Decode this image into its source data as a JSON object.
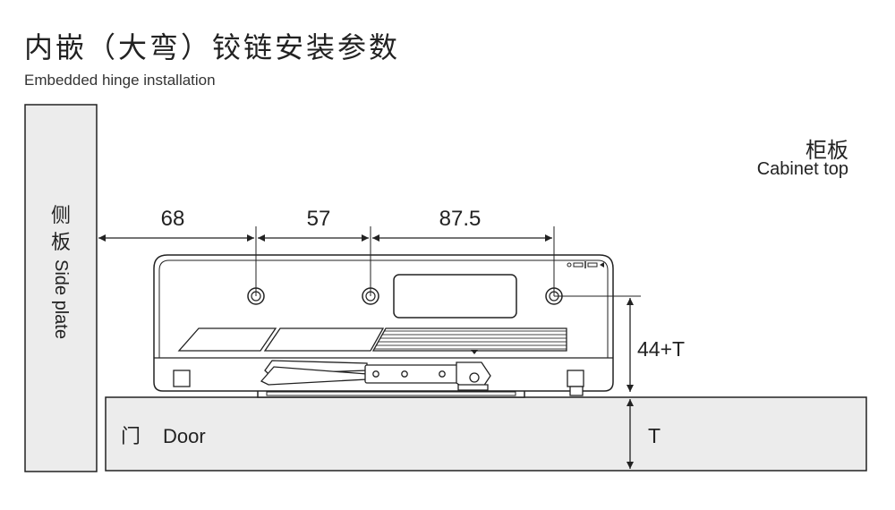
{
  "title": {
    "zh": "内嵌（大弯）铰链安装参数",
    "en": "Embedded hinge installation"
  },
  "cabinet_top": {
    "zh": "柜板",
    "en": "Cabinet top"
  },
  "side_plate": {
    "zh_1": "侧",
    "zh_2": "板",
    "en": "Side plate"
  },
  "door": {
    "zh": "门",
    "en": "Door"
  },
  "dimensions": {
    "d1": "68",
    "d2": "57",
    "d3": "87.5",
    "height": "44+T",
    "thickness": "T"
  },
  "colors": {
    "panel_fill": "#ececec",
    "line": "#222222"
  }
}
